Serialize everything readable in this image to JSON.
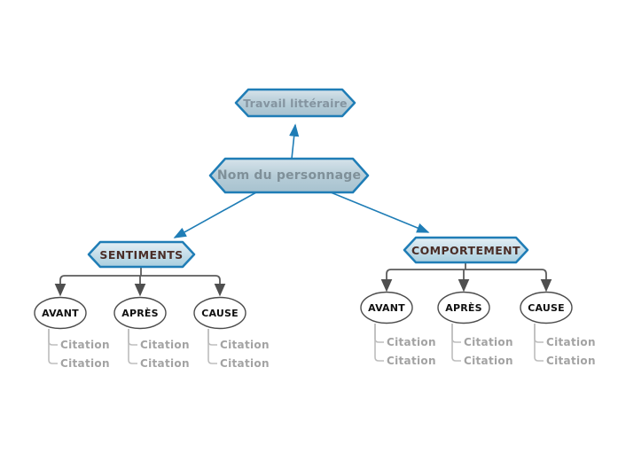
{
  "diagram": {
    "root": {
      "label": "Travail littéraire"
    },
    "main": {
      "label": "Nom du personnage"
    },
    "branches": [
      {
        "label": "SENTIMENTS",
        "children": [
          {
            "label": "AVANT",
            "citations": [
              "Citation",
              "Citation"
            ]
          },
          {
            "label": "APRÈS",
            "citations": [
              "Citation",
              "Citation"
            ]
          },
          {
            "label": "CAUSE",
            "citations": [
              "Citation",
              "Citation"
            ]
          }
        ]
      },
      {
        "label": "COMPORTEMENT",
        "children": [
          {
            "label": "AVANT",
            "citations": [
              "Citation",
              "Citation"
            ]
          },
          {
            "label": "APRÈS",
            "citations": [
              "Citation",
              "Citation"
            ]
          },
          {
            "label": "CAUSE",
            "citations": [
              "Citation",
              "Citation"
            ]
          }
        ]
      }
    ],
    "colors": {
      "hex_border": "#1f7db6",
      "hex_fill_light": "#dcebf1",
      "hex_fill_dark": "#a7c2cf",
      "parent_text": "#7f9099",
      "branch_text": "#4a2d27",
      "ellipse_border": "#4c4c4c",
      "ellipse_text": "#101010",
      "citation_text": "#a3a3a3",
      "tree_line": "#5c5c5c",
      "citation_line": "#bdbdbd",
      "background": "#ffffff"
    }
  }
}
